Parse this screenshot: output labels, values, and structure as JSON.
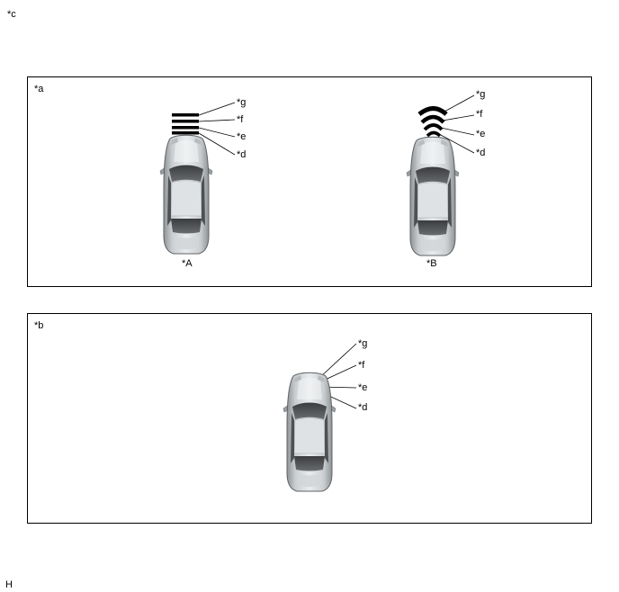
{
  "diagram": {
    "corner_label": "*c",
    "bottom_label": "H",
    "panel_a": {
      "label": "*a",
      "car_a_label": "*A",
      "car_b_label": "*B",
      "callouts": [
        "*g",
        "*f",
        "*e",
        "*d"
      ]
    },
    "panel_b": {
      "label": "*b",
      "callouts": [
        "*g",
        "*f",
        "*e",
        "*d"
      ]
    }
  }
}
